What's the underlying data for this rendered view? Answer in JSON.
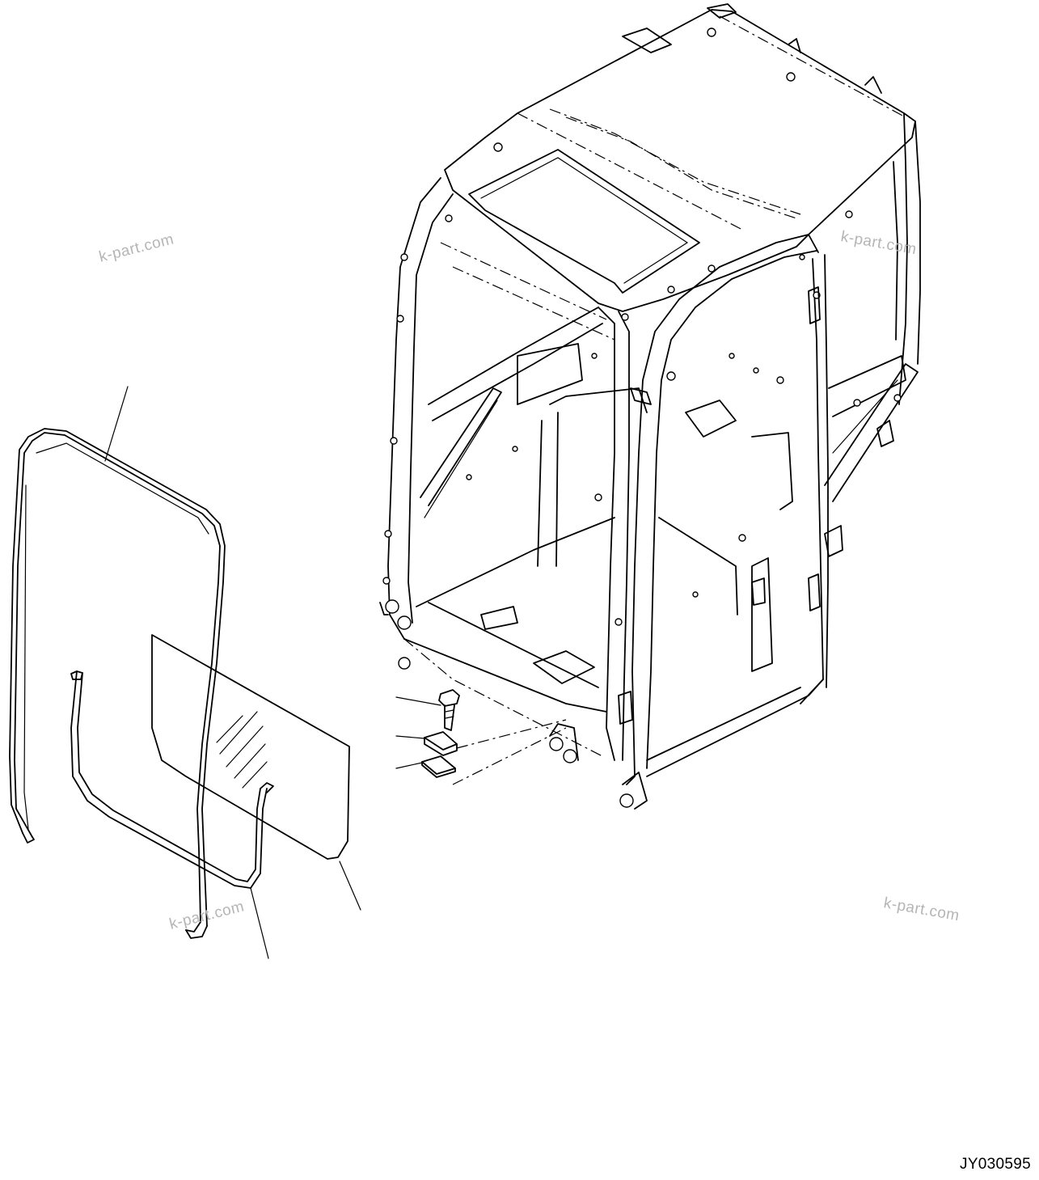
{
  "watermarks": [
    "k-part.com",
    "k-part.com",
    "k-part.com",
    "k-part.com"
  ],
  "figure_code": "JY030595",
  "colors": {
    "line": "#000000",
    "watermark": "#b5b5b5",
    "background": "#ffffff"
  }
}
